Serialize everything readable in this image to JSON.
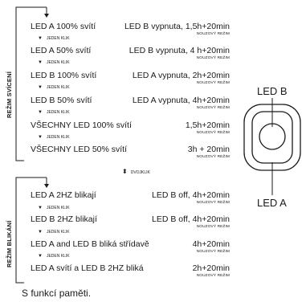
{
  "sections": [
    {
      "label": "REŽIM SVÍCENÍ",
      "rows": [
        {
          "mode": "LED A 100% svítí",
          "value": "LED B vypnuta, 1,5h+20min",
          "note": "NOUZOVÝ REŽIM"
        },
        {
          "mode": "LED A 50% svítí",
          "value": "LED B vypnuta, 4 h+20min",
          "note": "NOUZOVÝ REŽIM"
        },
        {
          "mode": "LED B 100% svítí",
          "value": "LED A vypnuta, 2h+20min",
          "note": "NOUZOVÝ REŽIM"
        },
        {
          "mode": "LED B 50% svítí",
          "value": "LED A vypnuta, 4h+20min",
          "note": "NOUZOVÝ REŽIM"
        },
        {
          "mode": "VŠECHNY LED 100% svítí",
          "value": "1,5h+20min",
          "note": "NOUZOVÝ REŽIM"
        },
        {
          "mode": "VŠECHNY LED 50% svítí",
          "value": "3h + 20min",
          "note": "NOUZOVÝ REŽIM"
        }
      ]
    },
    {
      "label": "REŽIM BLIKÁNÍ",
      "rows": [
        {
          "mode": "LED A 2HZ blikají",
          "value": "LED B off, 4h+20min",
          "note": "NOUZOVÝ REŽIM"
        },
        {
          "mode": "LED B 2HZ blikají",
          "value": "LED B off, 4h+20min",
          "note": "NOUZOVÝ REŽIM"
        },
        {
          "mode": "LED A and LED B bliká střídavě",
          "value": "4h+20min",
          "note": "NOUZOVÝ REŽIM"
        },
        {
          "mode": "LED A svítí a LED B 2HZ bliká",
          "value": "2h+20min",
          "note": "NOUZOVÝ REŽIM"
        }
      ]
    }
  ],
  "single_click": "JEDEN KLIK",
  "double_click": "DVOJKLIK",
  "device": {
    "top_label": "LED B",
    "bottom_label": "LED A"
  },
  "footer": "S funkcí paměti."
}
